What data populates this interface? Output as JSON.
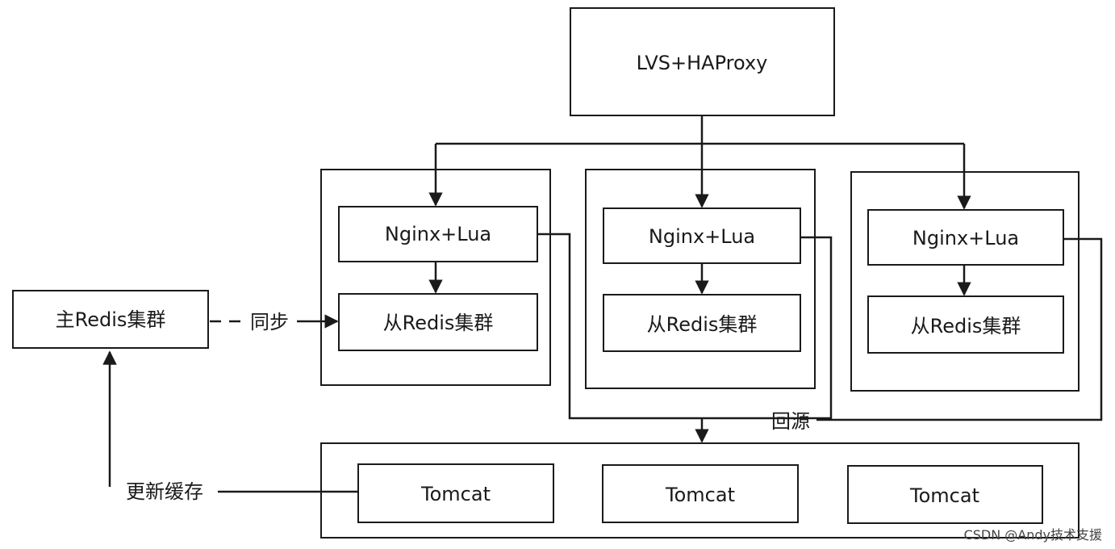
{
  "nodes": {
    "lb": "LVS+HAProxy",
    "nginx": [
      "Nginx+Lua",
      "Nginx+Lua",
      "Nginx+Lua"
    ],
    "slave_redis": [
      "从Redis集群",
      "从Redis集群",
      "从Redis集群"
    ],
    "master_redis": "主Redis集群",
    "tomcat": [
      "Tomcat",
      "Tomcat",
      "Tomcat"
    ]
  },
  "edge_labels": {
    "sync": "同步",
    "origin_fetch": "回源",
    "update_cache": "更新缓存"
  },
  "watermark": "CSDN @Andy技术支援",
  "colors": {
    "line": "#1a1a1a",
    "background": "#ffffff"
  }
}
